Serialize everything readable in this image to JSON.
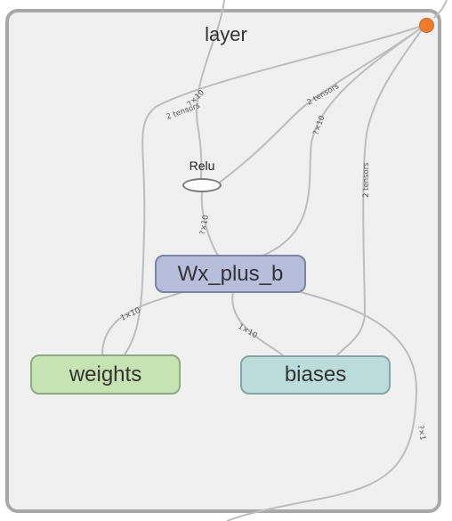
{
  "graph": {
    "title": "layer",
    "nodes": {
      "wx_plus_b": "Wx_plus_b",
      "weights": "weights",
      "biases": "biases",
      "relu": "Relu"
    },
    "edge_labels": {
      "weights_to_wx": "1×10",
      "wx_to_relu": "?×10",
      "wx_to_biases": "1×10",
      "outer_right": "?×1",
      "top_left_tensors": "2 tensors",
      "top_left_shape": "?×10",
      "top_mid_tensors": "2 tensors",
      "top_mid_shape": "?×10",
      "right_tensors": "2 tensors"
    }
  }
}
